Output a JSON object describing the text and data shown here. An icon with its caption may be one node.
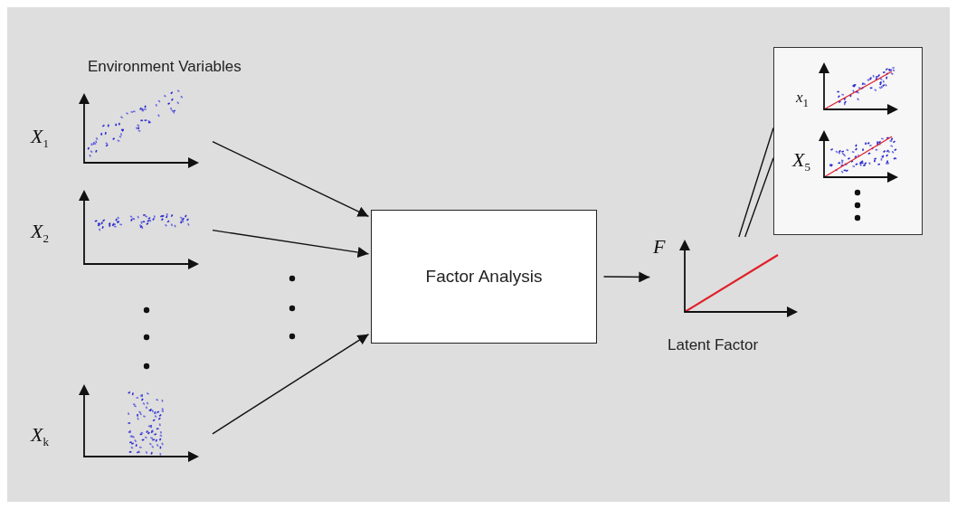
{
  "diagram": {
    "nodes": [
      {
        "text": [
          "X$_{1}$"
        ]
      },
      {
        "text": [
          "X$_{2}$"
        ]
      },
      {
        "text": [
          "X$_{k}$"
        ]
      },
      {
        "text": [
          "Factor Analysis"
        ]
      },
      {
        "text": [
          "F"
        ],
        "beside": [
          "Latent Factor"
        ]
      },
      {
        "text": [],
        "shape": "box"
      },
      {
        "text": [
          "x$_{1}$"
        ],
        "in": 5
      },
      {
        "text": [
          "X$_{5}$"
        ],
        "in": 5
      }
    ],
    "edges": [
      {
        "from": 0,
        "to": 3,
        "arrow": "to"
      },
      {
        "from": 1,
        "to": 3,
        "arrow": "to"
      },
      {
        "from": 2,
        "to": 3,
        "arrow": "to"
      },
      {
        "from": 3,
        "to": 4,
        "arrow": "to"
      },
      {
        "from": 4,
        "to": 5,
        "arrow": "none"
      }
    ],
    "labels": [
      "Environment Variables"
    ]
  }
}
